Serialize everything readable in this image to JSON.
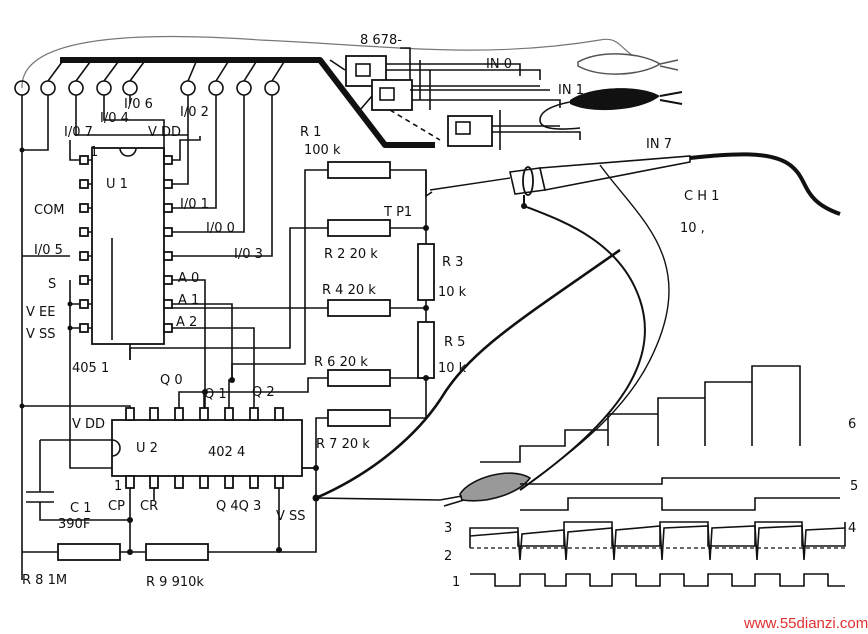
{
  "watermark": "www.55dianzi.com",
  "chips": {
    "u1": {
      "ref": "U 1",
      "part": "405 1"
    },
    "u2": {
      "ref": "U 2",
      "part": "402 4"
    }
  },
  "switch_label": "8 678-",
  "probe_label": "C H 1",
  "probe_note": "10 ,",
  "inputs": [
    "IN 0",
    "IN 1",
    "IN 7"
  ],
  "testpoint": "T P1",
  "u1_pins": {
    "io6": "I/0 6",
    "io4": "I/0 4",
    "io2": "I/0 2",
    "io7": "I/0 7",
    "vdd": "V DD",
    "com": "COM",
    "io1": "I/0 1",
    "io0": "I/0 0",
    "io5": "I/0 5",
    "io3": "I/0 3",
    "s": "S",
    "vee": "V EE",
    "vss": "V SS",
    "a0": "A 0",
    "a1": "A 1",
    "a2": "A 2",
    "pin1": "1"
  },
  "u2_pins": {
    "q0": "Q 0",
    "q1": "Q 1",
    "q2": "Q 2",
    "vdd": "V DD",
    "pin1": "1",
    "cp": "CP",
    "cr": "CR",
    "q4q3": "Q 4Q 3",
    "vss": "V SS"
  },
  "components": {
    "r1": "R 1",
    "r1_val": "100 k",
    "r2": "R 2  20 k",
    "r3": "R 3",
    "r3_val": "10 k",
    "r4": "R 4   20   k",
    "r5": "R 5",
    "r5_val": "10 k",
    "r6": "R 6  20 k",
    "r7": "R 7 20 k",
    "c1": "C 1",
    "c1_val": "390F",
    "r8": "R 8   1M",
    "r9": "R 9   910k"
  },
  "waveform_labels": [
    "1",
    "2",
    "3",
    "4",
    "5",
    "6"
  ]
}
